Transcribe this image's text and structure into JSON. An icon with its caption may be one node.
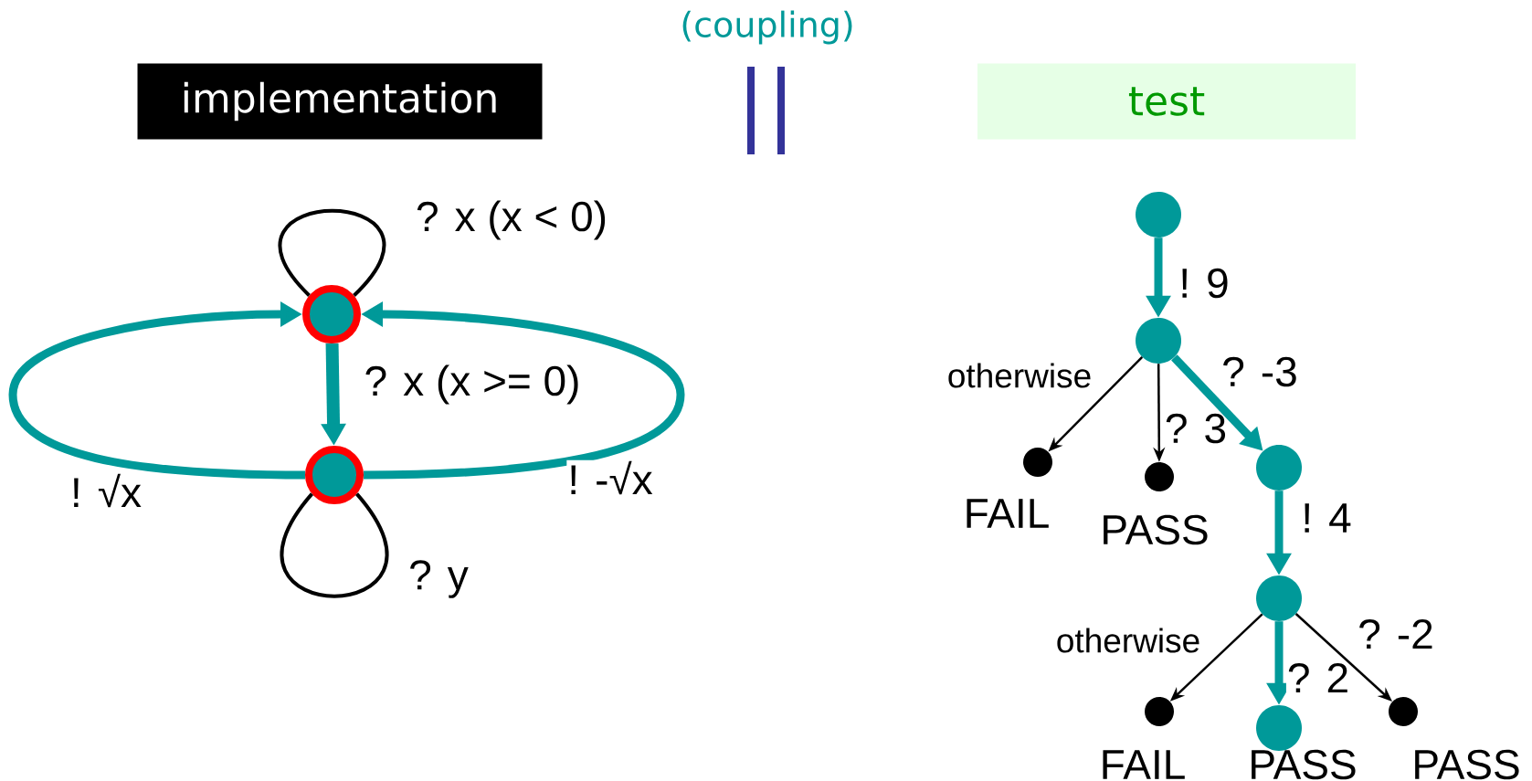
{
  "diagram": {
    "nodes": [
      {
        "text": [
          "implementation"
        ]
      },
      {
        "text": [
          "test"
        ]
      },
      {
        "text": [],
        "shape": "circle"
      },
      {
        "text": [],
        "shape": "circle"
      },
      {
        "text": [],
        "shape": "circle"
      },
      {
        "text": [],
        "shape": "circle"
      },
      {
        "text": [],
        "shape": "circle",
        "beside": [
          "FAIL"
        ]
      },
      {
        "text": [],
        "shape": "circle",
        "beside": [
          "PASS"
        ]
      },
      {
        "text": [],
        "shape": "circle"
      },
      {
        "text": [],
        "shape": "circle"
      },
      {
        "text": [],
        "shape": "circle",
        "beside": [
          "FAIL"
        ]
      },
      {
        "text": [],
        "shape": "circle",
        "beside": [
          "PASS"
        ]
      },
      {
        "text": [],
        "shape": "circle",
        "beside": [
          "PASS"
        ]
      }
    ],
    "edges": [
      {
        "from": 2,
        "to": 2,
        "arrow": "none",
        "label": "? x (x < 0)",
        "color": "#000000"
      },
      {
        "from": 2,
        "to": 3,
        "arrow": "to",
        "label": "? x (x >= 0)"
      },
      {
        "from": 3,
        "to": 2,
        "arrow": "to",
        "label": "! √x"
      },
      {
        "from": 3,
        "to": 2,
        "arrow": "to",
        "label": "! -√x"
      },
      {
        "from": 3,
        "to": 3,
        "arrow": "none",
        "label": "? y",
        "color": "#000000"
      },
      {
        "from": 4,
        "to": 5,
        "arrow": "to",
        "label": "! 9"
      },
      {
        "from": 5,
        "to": 6,
        "arrow": "to",
        "label": "otherwise",
        "color": "#000000"
      },
      {
        "from": 5,
        "to": 7,
        "arrow": "to",
        "label": "? 3",
        "color": "#000000"
      },
      {
        "from": 5,
        "to": 8,
        "arrow": "to",
        "label": "? -3"
      },
      {
        "from": 8,
        "to": 9,
        "arrow": "to",
        "label": "! 4"
      },
      {
        "from": 9,
        "to": 10,
        "arrow": "to",
        "label": "otherwise",
        "color": "#000000"
      },
      {
        "from": 9,
        "to": 11,
        "arrow": "to",
        "label": "? 2"
      },
      {
        "from": 9,
        "to": 12,
        "arrow": "to",
        "label": "? -2",
        "color": "#000000"
      }
    ],
    "labels": [
      "(coupling)"
    ]
  }
}
